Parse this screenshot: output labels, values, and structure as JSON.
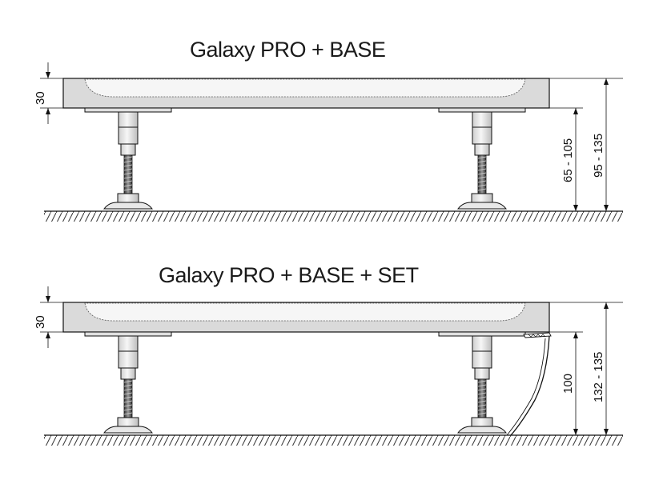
{
  "diagrams": [
    {
      "title": "Galaxy PRO + BASE",
      "dim_tray": "30",
      "dim_left": "65 - 105",
      "dim_right": "95 - 135"
    },
    {
      "title": "Galaxy PRO + BASE + SET",
      "dim_tray": "30",
      "dim_left": "100",
      "dim_right": "132 - 135"
    }
  ],
  "colors": {
    "line": "#111111",
    "tray_fill": "#d9d9d9",
    "tray_inner": "#f5f5f5",
    "leg_fill": "#e6e6e6",
    "thread_fill": "#555555"
  }
}
